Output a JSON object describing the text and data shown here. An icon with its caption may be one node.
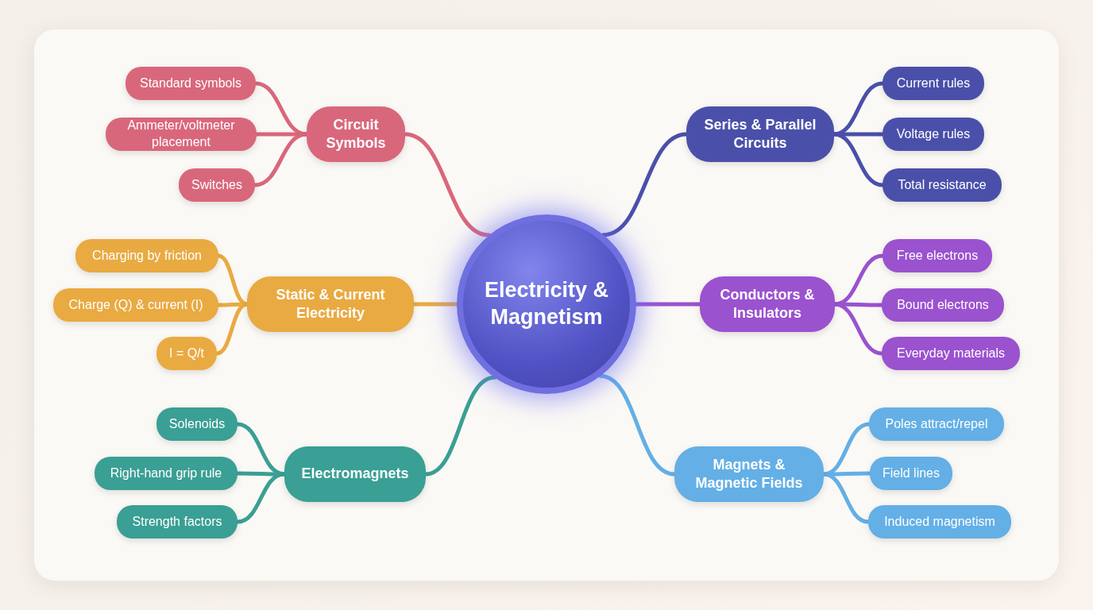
{
  "diagram": {
    "nodes": [
      {
        "text": [
          "Electricity & Magnetism"
        ]
      },
      {
        "text": [
          "Circuit Symbols"
        ]
      },
      {
        "text": [
          "Standard symbols"
        ]
      },
      {
        "text": [
          "Ammeter/voltmeter placement"
        ]
      },
      {
        "text": [
          "Switches"
        ]
      },
      {
        "text": [
          "Static & Current Electricity"
        ]
      },
      {
        "text": [
          "Charging by friction"
        ]
      },
      {
        "text": [
          "Charge (Q) & current (I)"
        ]
      },
      {
        "text": [
          "I = Q/t"
        ]
      },
      {
        "text": [
          "Electromagnets"
        ]
      },
      {
        "text": [
          "Solenoids"
        ]
      },
      {
        "text": [
          "Right-hand grip rule"
        ]
      },
      {
        "text": [
          "Strength factors"
        ]
      },
      {
        "text": [
          "Series & Parallel Circuits"
        ]
      },
      {
        "text": [
          "Current rules"
        ]
      },
      {
        "text": [
          "Voltage rules"
        ]
      },
      {
        "text": [
          "Total resistance"
        ]
      },
      {
        "text": [
          "Conductors & Insulators"
        ]
      },
      {
        "text": [
          "Free electrons"
        ]
      },
      {
        "text": [
          "Bound electrons"
        ]
      },
      {
        "text": [
          "Everyday materials"
        ]
      },
      {
        "text": [
          "Magnets & Magnetic Fields"
        ]
      },
      {
        "text": [
          "Poles attract/repel"
        ]
      },
      {
        "text": [
          "Field lines"
        ]
      },
      {
        "text": [
          "Induced magnetism"
        ]
      }
    ],
    "edges": [
      {
        "from": 0,
        "to": 1,
        "arrow": "none",
        "color": "#d9677c"
      },
      {
        "from": 1,
        "to": 2,
        "arrow": "none",
        "color": "#d9677c"
      },
      {
        "from": 1,
        "to": 3,
        "arrow": "none",
        "color": "#d9677c"
      },
      {
        "from": 1,
        "to": 4,
        "arrow": "none",
        "color": "#d9677c"
      },
      {
        "from": 0,
        "to": 5,
        "arrow": "none",
        "color": "#e9aa42"
      },
      {
        "from": 5,
        "to": 6,
        "arrow": "none",
        "color": "#e9aa42"
      },
      {
        "from": 5,
        "to": 7,
        "arrow": "none",
        "color": "#e9aa42"
      },
      {
        "from": 5,
        "to": 8,
        "arrow": "none",
        "color": "#e9aa42"
      },
      {
        "from": 0,
        "to": 9,
        "arrow": "none",
        "color": "#3a9f94"
      },
      {
        "from": 9,
        "to": 10,
        "arrow": "none",
        "color": "#3a9f94"
      },
      {
        "from": 9,
        "to": 11,
        "arrow": "none",
        "color": "#3a9f94"
      },
      {
        "from": 9,
        "to": 12,
        "arrow": "none",
        "color": "#3a9f94"
      },
      {
        "from": 0,
        "to": 13,
        "arrow": "none",
        "color": "#4a50aa"
      },
      {
        "from": 13,
        "to": 14,
        "arrow": "none",
        "color": "#4a50aa"
      },
      {
        "from": 13,
        "to": 15,
        "arrow": "none",
        "color": "#4a50aa"
      },
      {
        "from": 13,
        "to": 16,
        "arrow": "none",
        "color": "#4a50aa"
      },
      {
        "from": 0,
        "to": 17,
        "arrow": "none",
        "color": "#9a52cf"
      },
      {
        "from": 17,
        "to": 18,
        "arrow": "none",
        "color": "#9a52cf"
      },
      {
        "from": 17,
        "to": 19,
        "arrow": "none",
        "color": "#9a52cf"
      },
      {
        "from": 17,
        "to": 20,
        "arrow": "none",
        "color": "#9a52cf"
      },
      {
        "from": 0,
        "to": 21,
        "arrow": "none",
        "color": "#63afe6"
      },
      {
        "from": 21,
        "to": 22,
        "arrow": "none",
        "color": "#63afe6"
      },
      {
        "from": 21,
        "to": 23,
        "arrow": "none",
        "color": "#63afe6"
      },
      {
        "from": 21,
        "to": 24,
        "arrow": "none",
        "color": "#63afe6"
      }
    ]
  }
}
